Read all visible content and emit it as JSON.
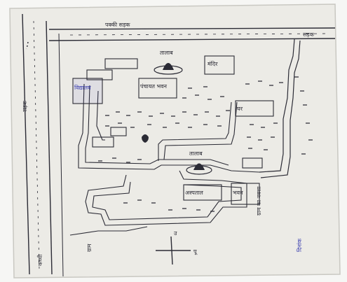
{
  "map": {
    "paper_color": "#ecebe6",
    "ink_color": "#2b2b35",
    "blue_ink_color": "#3b3fb0",
    "labels": {
      "top_road": "पक्की सड़क",
      "top_right_road": "सड़क",
      "left_road_vertical": "सड़क",
      "bottom_left_vertical": "कच्ची",
      "pond_1": "तालाब",
      "pond_2": "तालाब",
      "building_school": "विद्यालय",
      "building_panchayat": "पंचायत भवन",
      "building_temple": "मंदिर",
      "building_hospital": "अस्पताल",
      "building_right": "घर",
      "building_bottom_right": "भवन",
      "compass_n": "उ",
      "compass_e": "पू",
      "legend_text": "ग्राम का नक्शा",
      "footer_left": "ग्राम",
      "footer_right": "दिनांक"
    }
  }
}
